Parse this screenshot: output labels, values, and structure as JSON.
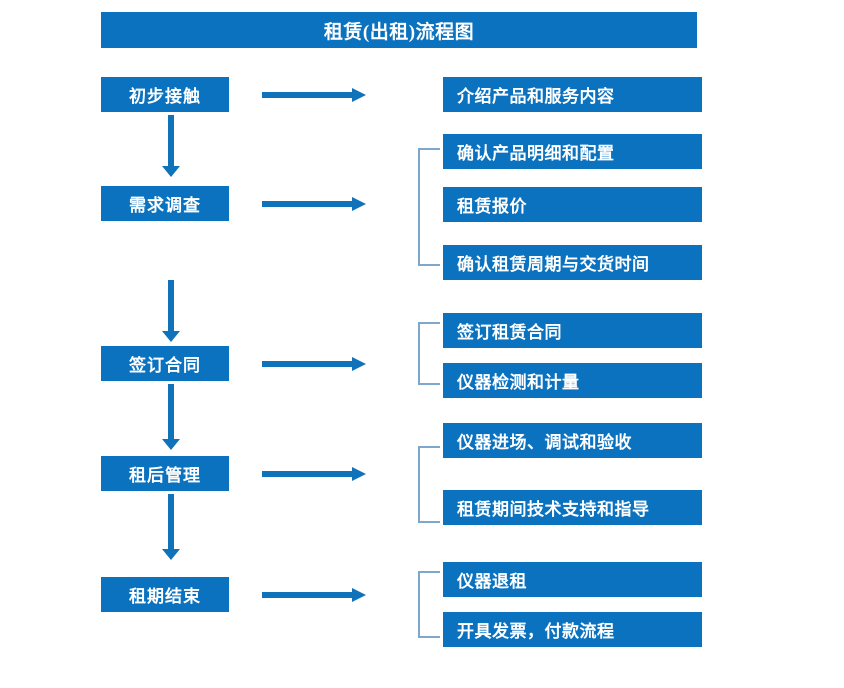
{
  "diagram": {
    "title": "租赁(出租)流程图",
    "colors": {
      "box_fill": "#0b72c0",
      "box_text": "#ffffff",
      "arrow": "#1072b8",
      "bracket": "#7fa7cc",
      "background": "#ffffff"
    },
    "stages": [
      {
        "label": "初步接触",
        "details": [
          "介绍产品和服务内容"
        ]
      },
      {
        "label": "需求调查",
        "details": [
          "确认产品明细和配置",
          "租赁报价",
          "确认租赁周期与交货时间"
        ]
      },
      {
        "label": "签订合同",
        "details": [
          "签订租赁合同",
          "仪器检测和计量"
        ]
      },
      {
        "label": "租后管理",
        "details": [
          "仪器进场、调试和验收",
          "租赁期间技术支持和指导"
        ]
      },
      {
        "label": "租期结束",
        "details": [
          "仪器退租",
          "开具发票，付款流程"
        ]
      }
    ]
  }
}
